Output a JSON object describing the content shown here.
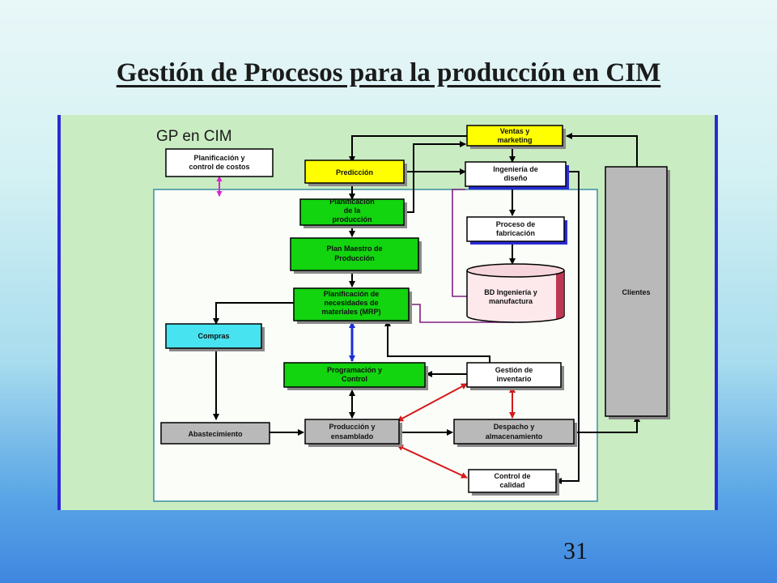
{
  "slide": {
    "title": "Gestión de Procesos para la producción en CIM",
    "page_number": "31"
  },
  "diagram": {
    "heading": "GP en CIM",
    "nodes": {
      "planificacion_costos": [
        "Planificación y",
        "control de costos"
      ],
      "ventas": [
        "Ventas y",
        "marketing"
      ],
      "prediccion": [
        "Predicción"
      ],
      "ingenieria": [
        "Ingeniería de",
        "diseño"
      ],
      "planificacion_produccion": [
        "Planificación",
        "de la",
        "producción"
      ],
      "proceso": [
        "Proceso de",
        "fabricación"
      ],
      "plan_maestro": [
        "Plan Maestro de",
        "Producción"
      ],
      "bd": [
        "BD Ingeniería y",
        "manufactura"
      ],
      "mrp": [
        "Planificación de",
        "necesidades de",
        "materiales (MRP)"
      ],
      "clientes": [
        "Clientes"
      ],
      "compras": [
        "Compras"
      ],
      "programacion": [
        "Programación y",
        "Control"
      ],
      "gestion_inventario": [
        "Gestión de",
        "inventario"
      ],
      "abastecimiento": [
        "Abastecimiento"
      ],
      "produccion": [
        "Producción y",
        "ensamblado"
      ],
      "despacho": [
        "Despacho y",
        "almacenamiento"
      ],
      "control_calidad": [
        "Control de",
        "calidad"
      ]
    },
    "colors": {
      "panel": "#c9ecc2",
      "inner_area": "#fbfdf8",
      "yellow_node": "#ffff00",
      "green_node": "#12d40f",
      "cyan_node": "#47e3f0",
      "gray_node": "#b9b9b9",
      "white_node": "#ffffff",
      "db_fill": "#fde9ec",
      "arrow": "#000000",
      "red_arrow": "#d41a1a",
      "blue_arrow": "#1a2fd9",
      "magenta_arrow": "#e020d0",
      "purple_line": "#802080"
    }
  }
}
